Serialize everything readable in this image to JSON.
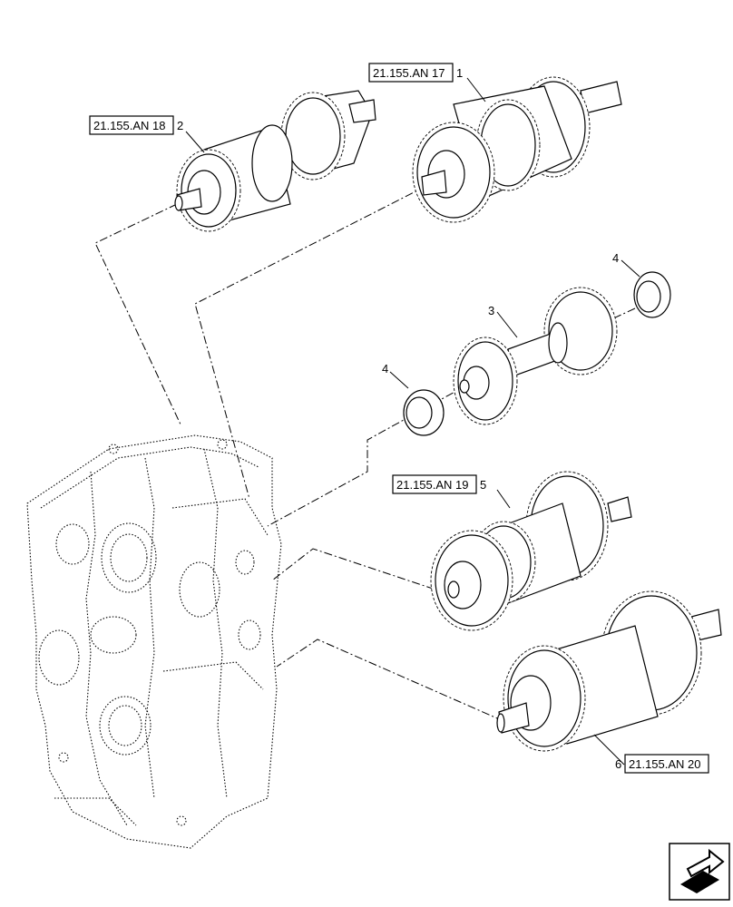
{
  "callouts": [
    {
      "id": "1",
      "ref": "21.155.AN 17"
    },
    {
      "id": "2",
      "ref": "21.155.AN 18"
    },
    {
      "id": "3",
      "ref": ""
    },
    {
      "id": "4a",
      "label": "4"
    },
    {
      "id": "4b",
      "label": "4"
    },
    {
      "id": "5",
      "ref": "21.155.AN 19"
    },
    {
      "id": "6",
      "ref": "21.155.AN 20"
    }
  ],
  "labels": {
    "p1_num": "1",
    "p1_ref": "21.155.AN 17",
    "p2_num": "2",
    "p2_ref": "21.155.AN 18",
    "p3_num": "3",
    "p4a_num": "4",
    "p4b_num": "4",
    "p5_num": "5",
    "p5_ref": "21.155.AN 19",
    "p6_num": "6",
    "p6_ref": "21.155.AN 20"
  },
  "icons": {
    "corner": "navigation-arrow-icon"
  }
}
